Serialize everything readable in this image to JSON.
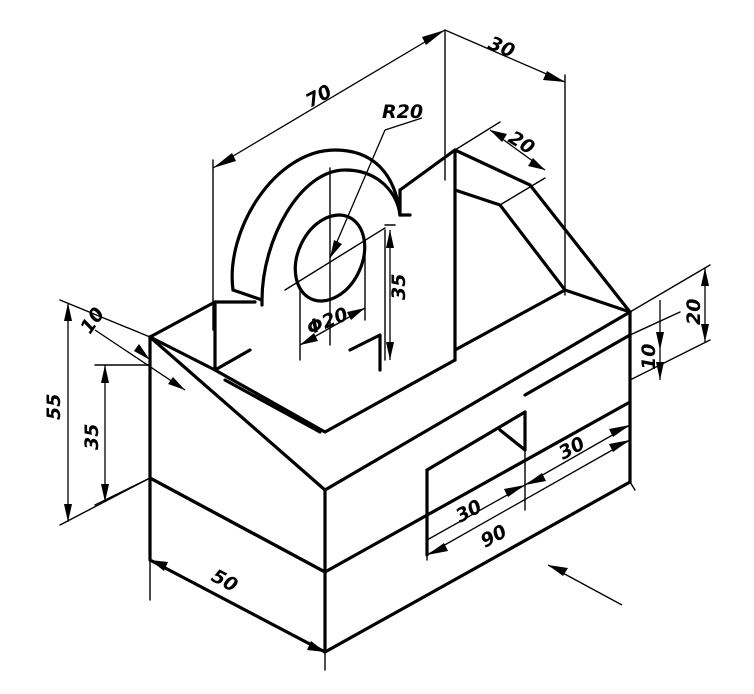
{
  "dimensions": {
    "d70": "70",
    "d30_top": "30",
    "r20": "R20",
    "d20_top": "20",
    "d35_center": "35",
    "phi20": "Φ20",
    "d55": "55",
    "d10_left": "10",
    "d35_left": "35",
    "d50": "50",
    "d30_slot_left": "30",
    "d30_slot_right": "30",
    "d90": "90",
    "d10_right": "10",
    "d20_right": "20"
  },
  "colors": {
    "line": "#000000",
    "background": "#ffffff"
  }
}
